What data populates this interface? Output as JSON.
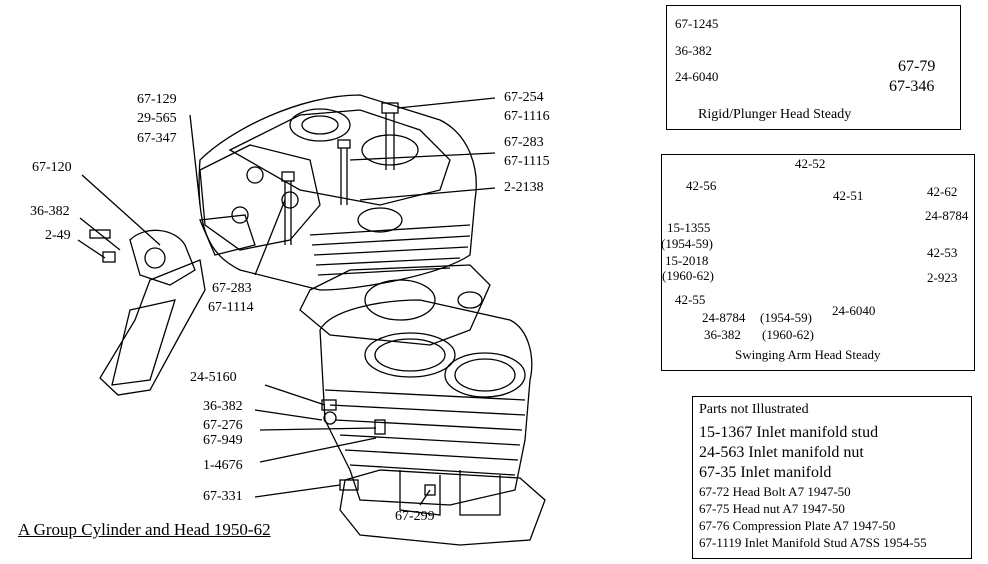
{
  "main_title": "A Group Cylinder and Head 1950-62",
  "left_labels": {
    "l67_129": "67-129",
    "l29_565": "29-565",
    "l67_347": "67-347",
    "l67_120": "67-120",
    "l36_382a": "36-382",
    "l2_49": "2-49",
    "l67_283a": "67-283",
    "l67_1114": "67-1114",
    "l67_254": "67-254",
    "l67_1116": "67-1116",
    "l67_283b": "67-283",
    "l67_1115": "67-1115",
    "l2_2138": "2-2138",
    "l24_5160": "24-5160",
    "l36_382b": "36-382",
    "l67_276": "67-276",
    "l67_949": "67-949",
    "l1_4676": "1-4676",
    "l67_331": "67-331",
    "l67_299": "67-299"
  },
  "rigid_box": {
    "caption": "Rigid/Plunger Head Steady",
    "labels": {
      "a": "67-1245",
      "b": "36-382",
      "c": "24-6040",
      "d": "67-79",
      "e": "67-346"
    }
  },
  "swing_box": {
    "caption": "Swinging Arm Head Steady",
    "labels": {
      "a": "42-52",
      "b": "42-56",
      "c": "42-51",
      "d": "42-62",
      "e": "24-8784",
      "f": "15-1355",
      "g": "(1954-59)",
      "h": "15-2018",
      "i": "(1960-62)",
      "j": "42-53",
      "k": "2-923",
      "l": "42-55",
      "m": "24-6040",
      "n": "24-8784",
      "o": "(1954-59)",
      "p": "36-382",
      "q": "(1960-62)"
    }
  },
  "parts_not_illustrated": {
    "heading": "Parts not Illustrated",
    "items": [
      "15-1367 Inlet manifold stud",
      "24-563 Inlet manifold nut",
      "67-35 Inlet manifold",
      "67-72 Head Bolt A7 1947-50",
      "67-75 Head nut A7 1947-50",
      "67-76 Compression Plate A7 1947-50",
      "67-1119 Inlet Manifold Stud A7SS 1954-55"
    ]
  }
}
